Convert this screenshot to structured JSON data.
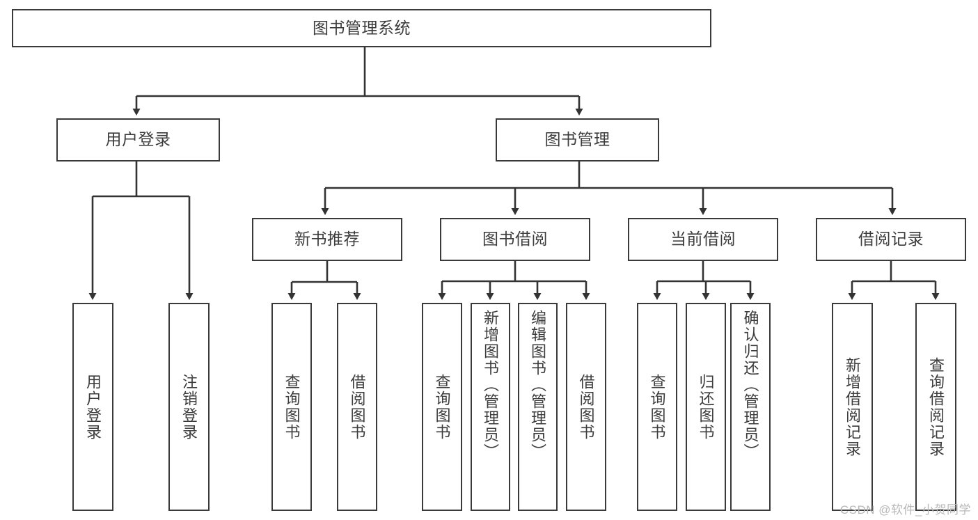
{
  "diagram": {
    "title": "图书管理系统",
    "type": "tree-hierarchy-diagram",
    "colors": {
      "box_border": "#3a3a3a",
      "box_fill": "#ffffff",
      "edge": "#333333",
      "text": "#3c3c3c",
      "watermark": "#b8b8b8",
      "background": "#ffffff"
    },
    "nodes": {
      "root": {
        "label": "图书管理系统"
      },
      "level2": [
        {
          "id": "user-login",
          "label": "用户登录"
        },
        {
          "id": "book-management",
          "label": "图书管理"
        }
      ],
      "level3": [
        {
          "id": "new-book-recommend",
          "label": "新书推荐"
        },
        {
          "id": "book-borrow",
          "label": "图书借阅"
        },
        {
          "id": "current-borrow",
          "label": "当前借阅"
        },
        {
          "id": "borrow-record",
          "label": "借阅记录"
        }
      ],
      "leaves": {
        "user_login": [
          {
            "id": "leaf-user-login",
            "label": "用户登录"
          },
          {
            "id": "leaf-logout",
            "label": "注销登录"
          }
        ],
        "new_book_recommend": [
          {
            "id": "leaf-query-book-1",
            "label": "查询图书"
          },
          {
            "id": "leaf-borrow-book-1",
            "label": "借阅图书"
          }
        ],
        "book_borrow": [
          {
            "id": "leaf-query-book-2",
            "label": "查询图书"
          },
          {
            "id": "leaf-add-book",
            "label": "新增图书（管理员）"
          },
          {
            "id": "leaf-edit-book",
            "label": "编辑图书（管理员）"
          },
          {
            "id": "leaf-borrow-book-2",
            "label": "借阅图书"
          }
        ],
        "current_borrow": [
          {
            "id": "leaf-query-book-3",
            "label": "查询图书"
          },
          {
            "id": "leaf-return-book",
            "label": "归还图书"
          },
          {
            "id": "leaf-confirm-return",
            "label": "确认归还（管理员）"
          }
        ],
        "borrow_record": [
          {
            "id": "leaf-add-record",
            "label": "新增借阅记录"
          },
          {
            "id": "leaf-query-record",
            "label": "查询借阅记录"
          }
        ]
      }
    },
    "watermark": "CSDN @软件_小贺同学"
  }
}
